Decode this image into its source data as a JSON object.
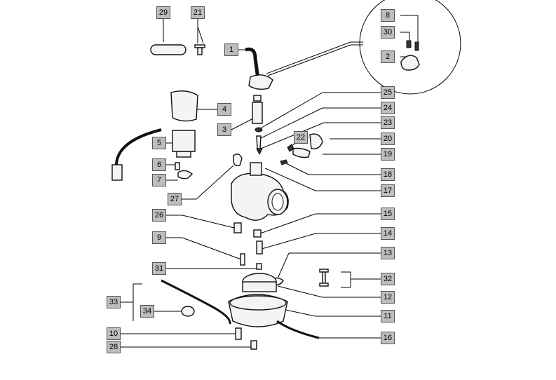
{
  "diagram": {
    "callouts": [
      {
        "id": "c29",
        "label": "29"
      },
      {
        "id": "c21",
        "label": "21"
      },
      {
        "id": "c8",
        "label": "8"
      },
      {
        "id": "c30",
        "label": "30"
      },
      {
        "id": "c1",
        "label": "1"
      },
      {
        "id": "c2",
        "label": "2"
      },
      {
        "id": "c25",
        "label": "25"
      },
      {
        "id": "c24",
        "label": "24"
      },
      {
        "id": "c4",
        "label": "4"
      },
      {
        "id": "c23",
        "label": "23"
      },
      {
        "id": "c3",
        "label": "3"
      },
      {
        "id": "c22",
        "label": "22"
      },
      {
        "id": "c20",
        "label": "20"
      },
      {
        "id": "c5",
        "label": "5"
      },
      {
        "id": "c19",
        "label": "19"
      },
      {
        "id": "c6",
        "label": "6"
      },
      {
        "id": "c18",
        "label": "18"
      },
      {
        "id": "c7",
        "label": "7"
      },
      {
        "id": "c17",
        "label": "17"
      },
      {
        "id": "c27",
        "label": "27"
      },
      {
        "id": "c26",
        "label": "26"
      },
      {
        "id": "c15",
        "label": "15"
      },
      {
        "id": "c9",
        "label": "9"
      },
      {
        "id": "c14",
        "label": "14"
      },
      {
        "id": "c13",
        "label": "13"
      },
      {
        "id": "c31",
        "label": "31"
      },
      {
        "id": "c32",
        "label": "32"
      },
      {
        "id": "c12",
        "label": "12"
      },
      {
        "id": "c33",
        "label": "33"
      },
      {
        "id": "c34",
        "label": "34"
      },
      {
        "id": "c11",
        "label": "11"
      },
      {
        "id": "c10",
        "label": "10"
      },
      {
        "id": "c16",
        "label": "16"
      },
      {
        "id": "c28",
        "label": "28"
      }
    ]
  }
}
